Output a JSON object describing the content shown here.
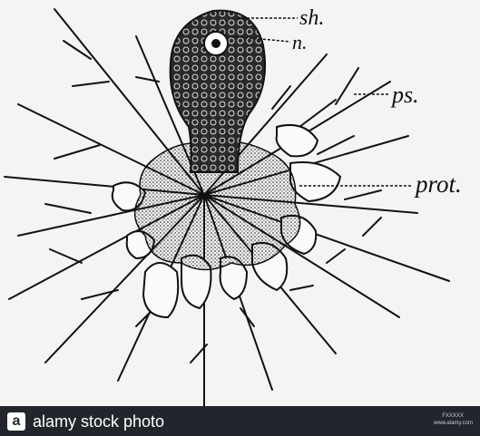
{
  "figure": {
    "labels": {
      "sheath": "sh.",
      "nucleus": "n.",
      "pseudopodia": "ps.",
      "protoplasm": "prot."
    }
  },
  "footer": {
    "brand_mark": "a",
    "brand_text": "alamy stock photo",
    "image_id": "FXXXXX",
    "image_url": "www.alamy.com"
  },
  "colors": {
    "background": "#f4f4f2",
    "ink": "#111111",
    "footer_bg": "#22262c",
    "footer_text": "#ffffff"
  }
}
